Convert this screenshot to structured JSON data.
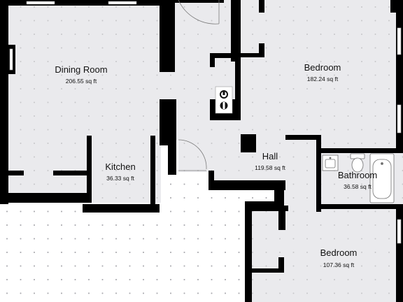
{
  "colors": {
    "wall": "#000000",
    "floor": "#eaeaed",
    "exterior": "#ffffff",
    "grid_dot": "#a9a9ae",
    "fixture_stroke": "#6f6f6f",
    "window": "#ffffff"
  },
  "rooms": [
    {
      "name": "Dining Room",
      "area": "206.55 sq ft"
    },
    {
      "name": "Bedroom",
      "area": "182.24 sq ft"
    },
    {
      "name": "Kitchen",
      "area": "36.33 sq ft"
    },
    {
      "name": "Hall",
      "area": "119.58 sq ft"
    },
    {
      "name": "Bathroom",
      "area": "36.58 sq ft"
    },
    {
      "name": "Bedroom",
      "area": "107.36 sq ft"
    }
  ],
  "icons": {
    "symbol": "water-heater-icon",
    "sink": "sink-icon",
    "toilet": "toilet-icon",
    "bathtub": "bathtub-icon"
  }
}
